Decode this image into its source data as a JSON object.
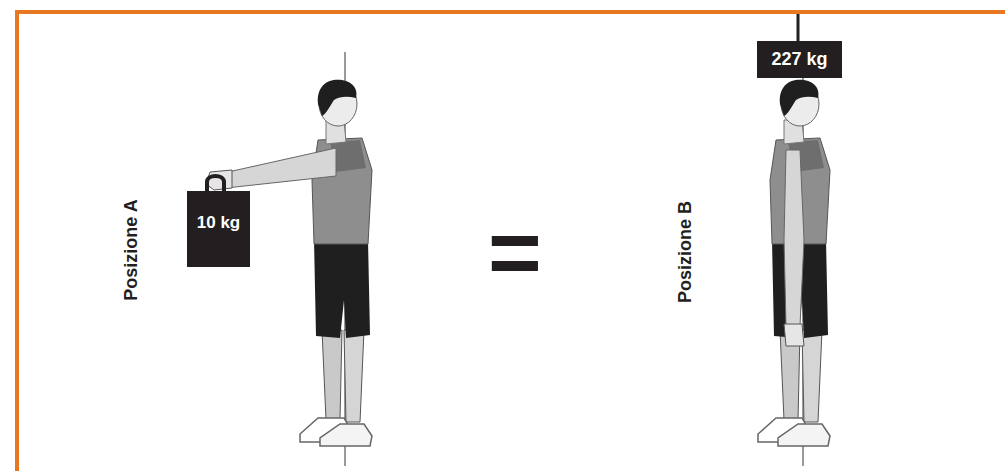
{
  "diagram": {
    "nodes": [
      {
        "text": [
          "10 kg"
        ]
      },
      {
        "text": [
          "227 kg"
        ]
      }
    ],
    "labels": [
      "Posizione A",
      "=",
      "Posizione B"
    ]
  }
}
